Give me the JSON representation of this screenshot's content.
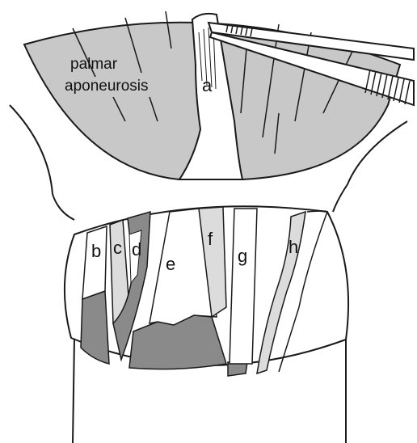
{
  "diagram": {
    "structure_label_line1": "palmar",
    "structure_label_line2": "aponeurosis",
    "labels": {
      "a": "a",
      "b": "b",
      "c": "c",
      "d": "d",
      "e": "e",
      "f": "f",
      "g": "g",
      "h": "h"
    },
    "colors": {
      "outline": "#1a1a1a",
      "aponeurosis_fill": "#c8c8c8",
      "light_fill": "#dcdcdc",
      "dark_fill": "#8a8a8a",
      "paper": "#ffffff"
    }
  }
}
